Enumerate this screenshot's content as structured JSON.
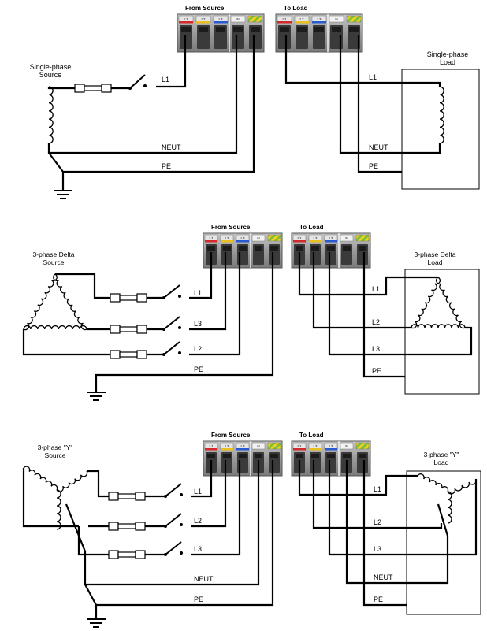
{
  "panels": [
    {
      "id": "single-phase",
      "from_label": "From Source",
      "to_label": "To Load",
      "source_label": [
        "Single-phase",
        "Source"
      ],
      "load_label": [
        "Single-phase",
        "Load"
      ],
      "source_wires": [
        "L1",
        "NEUT",
        "PE"
      ],
      "load_wires": [
        "L1",
        "NEUT",
        "PE"
      ]
    },
    {
      "id": "three-phase-delta",
      "from_label": "From Source",
      "to_label": "To Load",
      "source_label": [
        "3-phase Delta",
        "Source"
      ],
      "load_label": [
        "3-phase Delta",
        "Load"
      ],
      "source_wires": [
        "L1",
        "L3",
        "L2",
        "PE"
      ],
      "load_wires": [
        "L1",
        "L2",
        "L3",
        "PE"
      ]
    },
    {
      "id": "three-phase-wye",
      "from_label": "From Source",
      "to_label": "To Load",
      "source_label": [
        "3-phase \"Y\"",
        "Source"
      ],
      "load_label": [
        "3-phase \"Y\"",
        "Load"
      ],
      "source_wires": [
        "L1",
        "L2",
        "L3",
        "NEUT",
        "PE"
      ],
      "load_wires": [
        "L1",
        "L2",
        "L3",
        "NEUT",
        "PE"
      ]
    }
  ],
  "terminal_strip": {
    "phase_tags": [
      "L1",
      "L2",
      "L3"
    ],
    "neutral_tag": "N"
  },
  "colors": {
    "wire": "#000000",
    "strip_body": "#9a9a9a",
    "strip_dark": "#3a3a3a",
    "l1": "#d22a2a",
    "l2": "#e8c020",
    "l3": "#2a5ad0",
    "neutral": "#f2f2f2",
    "pe_green": "#7cc03a",
    "pe_yellow": "#f0d020"
  }
}
